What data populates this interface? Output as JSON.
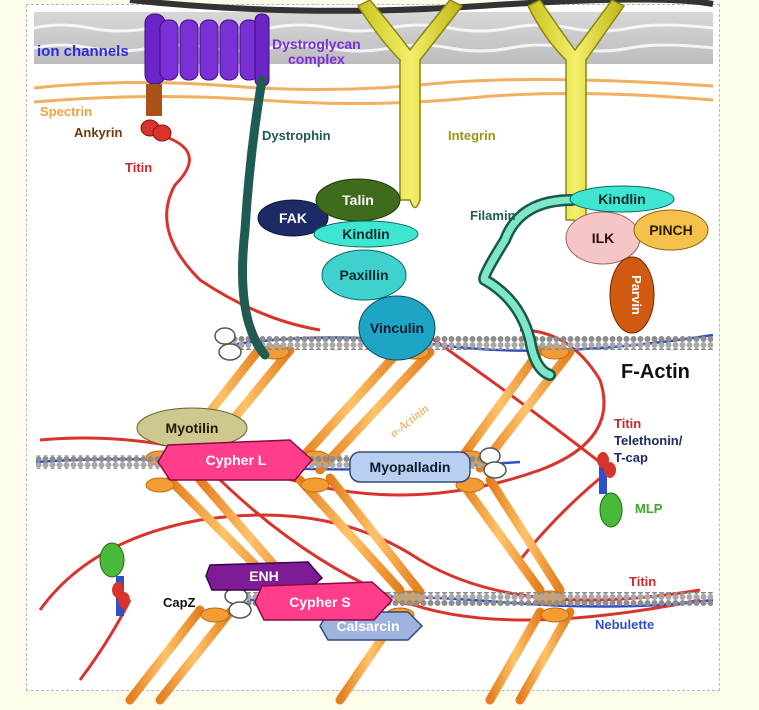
{
  "labels": {
    "ion_channels": "ion channels",
    "dystroglycan_line1": "Dystroglycan",
    "dystroglycan_line2": "complex",
    "spectrin": "Spectrin",
    "ankyrin": "Ankyrin",
    "titin_top": "Titin",
    "dystrophin": "Dystrophin",
    "integrin": "Integrin",
    "filamin": "Filamin",
    "f_actin": "F-Actin",
    "alpha_actinin": "α-Actinin",
    "titin_right": "Titin",
    "telethonin_line1": "Telethonin/",
    "telethonin_line2": "T-cap",
    "mlp": "MLP",
    "capz": "CapZ",
    "titin_bottom": "Titin",
    "nebulette": "Nebulette"
  },
  "proteins": {
    "talin": "Talin",
    "fak": "FAK",
    "kindlin_left": "Kindlin",
    "paxillin": "Paxillin",
    "vinculin": "Vinculin",
    "kindlin_right": "Kindlin",
    "ilk": "ILK",
    "pinch": "PINCH",
    "parvin": "Parvin",
    "myotilin": "Myotilin",
    "cypher_l": "Cypher L",
    "myopalladin": "Myopalladin",
    "enh": "ENH",
    "cypher_s": "Cypher S",
    "calsarcin": "Calsarcin"
  },
  "colors": {
    "membrane": "#cfcfcf",
    "spectrin": "#f0b060",
    "actin_bead": "#9a9a9a",
    "alpha_actinin": "#f39c34",
    "titin": "#d8342c",
    "nebulette": "#2f4fc9",
    "dystrophin": "#1f5b52",
    "integrin": "#e8e23a",
    "ion_channel": "#7b2fd6",
    "talin": "#3f6b1c",
    "fak": "#1d2a66",
    "kindlin": "#3ee6d2",
    "paxillin": "#3fd1cf",
    "vinculin": "#1ea4c4",
    "ilk": "#f6c6c6",
    "pinch": "#f6c14a",
    "parvin": "#d05a10",
    "myotilin": "#cfc88e",
    "cypher": "#ff3d8b",
    "myopalladin": "#b8cff0",
    "enh": "#7e1c96",
    "calsarcin": "#9fb3df",
    "mlp": "#49b93a"
  }
}
